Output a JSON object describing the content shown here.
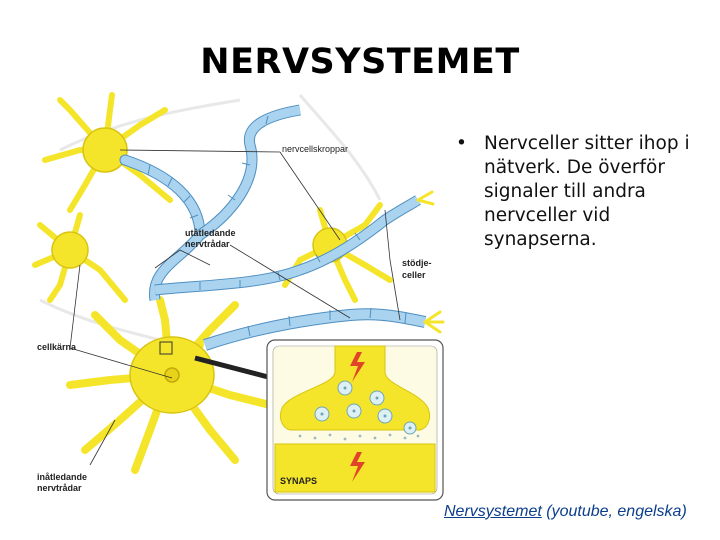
{
  "slide": {
    "title": "NERVSYSTEMET",
    "bullet": "Nervceller sitter ihop i nätverk. De överför signaler till andra nervceller vid synapserna.",
    "link_text": "Nervsystemet",
    "link_suffix": " (youtube, engelska)"
  },
  "diagram": {
    "labels": {
      "cell_bodies": "nervcellskroppar",
      "axons_line1": "utåtledande",
      "axons_line2": "nervtrådar",
      "glia_line1": "stödje-",
      "glia_line2": "celler",
      "nucleus": "cellkärna",
      "dendrites_line1": "inåtledande",
      "dendrites_line2": "nervtrådar",
      "synapse": "SYNAPS"
    },
    "colors": {
      "neuron": "#f5e52a",
      "neuron_stroke": "#d8c410",
      "myelin": "#a9d3ef",
      "myelin_stroke": "#4f8fc0",
      "lightning": "#e0452a"
    }
  }
}
